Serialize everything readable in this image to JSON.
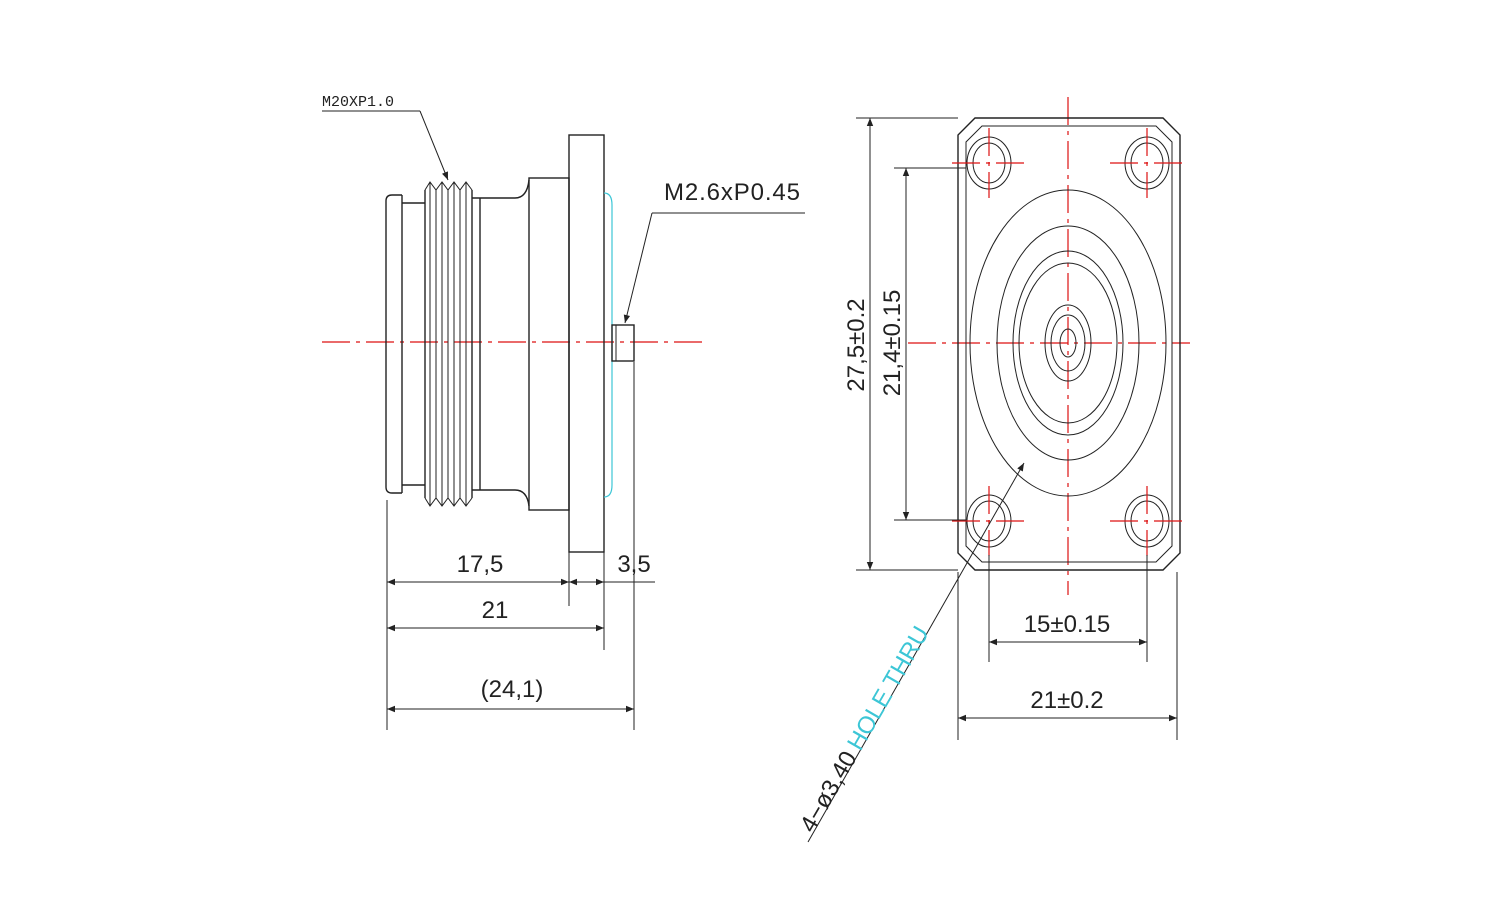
{
  "side_view": {
    "thread_callout": "M20XP1.0",
    "screw_callout": "M2.6xP0.45",
    "dim_thread_body": "17,5",
    "dim_flange": "3,5",
    "dim_to_flange": "21",
    "dim_overall": "(24,1)"
  },
  "front_view": {
    "dim_height_outer": "27,5±0.2",
    "dim_height_holes": "21,4±0.15",
    "dim_width_holes": "15±0.15",
    "dim_width_outer": "21±0.2",
    "hole_callout_prefix": "4−ø3,40",
    "hole_callout_suffix": "HOLE THRU"
  },
  "colors": {
    "line": "#222222",
    "centerline": "#dd1111",
    "highlight": "#3cc6d6"
  }
}
